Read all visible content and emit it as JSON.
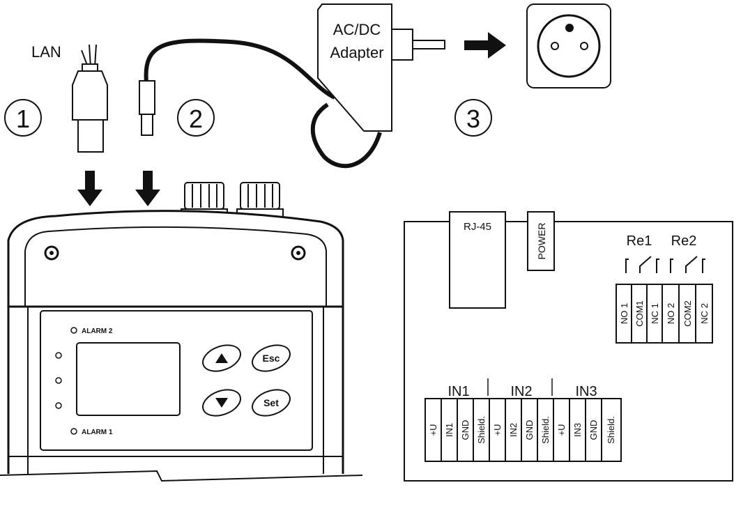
{
  "steps": {
    "step1": "1",
    "step2": "2",
    "step3": "3"
  },
  "cables": {
    "lan_label": "LAN"
  },
  "adapter": {
    "line1": "AC/DC",
    "line2": "Adapter"
  },
  "device": {
    "alarm2": "ALARM 2",
    "alarm1": "ALARM 1",
    "keys": {
      "esc": "Esc",
      "set": "Set"
    }
  },
  "board": {
    "rj45": "RJ-45",
    "power": "POWER",
    "relays": {
      "re1": "Re1",
      "re2": "Re2"
    },
    "relay_terminals": [
      "NO 1",
      "COM1",
      "NC 1",
      "NO 2",
      "COM2",
      "NC 2"
    ],
    "input_groups": [
      "IN1",
      "IN2",
      "IN3"
    ],
    "input_terminals": [
      "+U",
      "IN1",
      "GND",
      "Shield.",
      "+U",
      "IN2",
      "GND",
      "Shield.",
      "+U",
      "IN3",
      "GND",
      "Shield."
    ]
  }
}
